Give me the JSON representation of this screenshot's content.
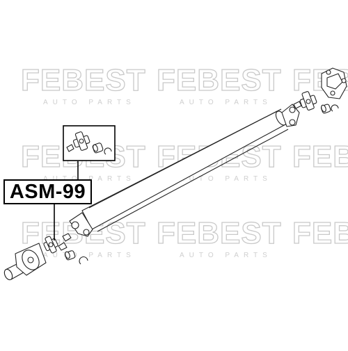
{
  "watermark": {
    "brand": "FEBEST",
    "subtitle": "AUTO PARTS"
  },
  "part_label": {
    "text": "ASM-99"
  },
  "colors": {
    "line": "#222222",
    "watermark": "#c9c9c9",
    "label_border": "#000000"
  }
}
